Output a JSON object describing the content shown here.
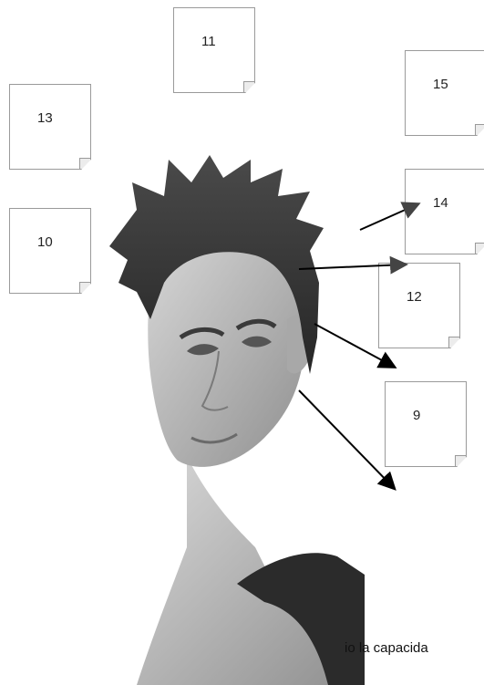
{
  "notes": [
    {
      "label": "11"
    },
    {
      "label": "15"
    },
    {
      "label": "13"
    },
    {
      "label": "14"
    },
    {
      "label": "10"
    },
    {
      "label": "12"
    },
    {
      "label": "9"
    }
  ],
  "caption": "io la capacida"
}
